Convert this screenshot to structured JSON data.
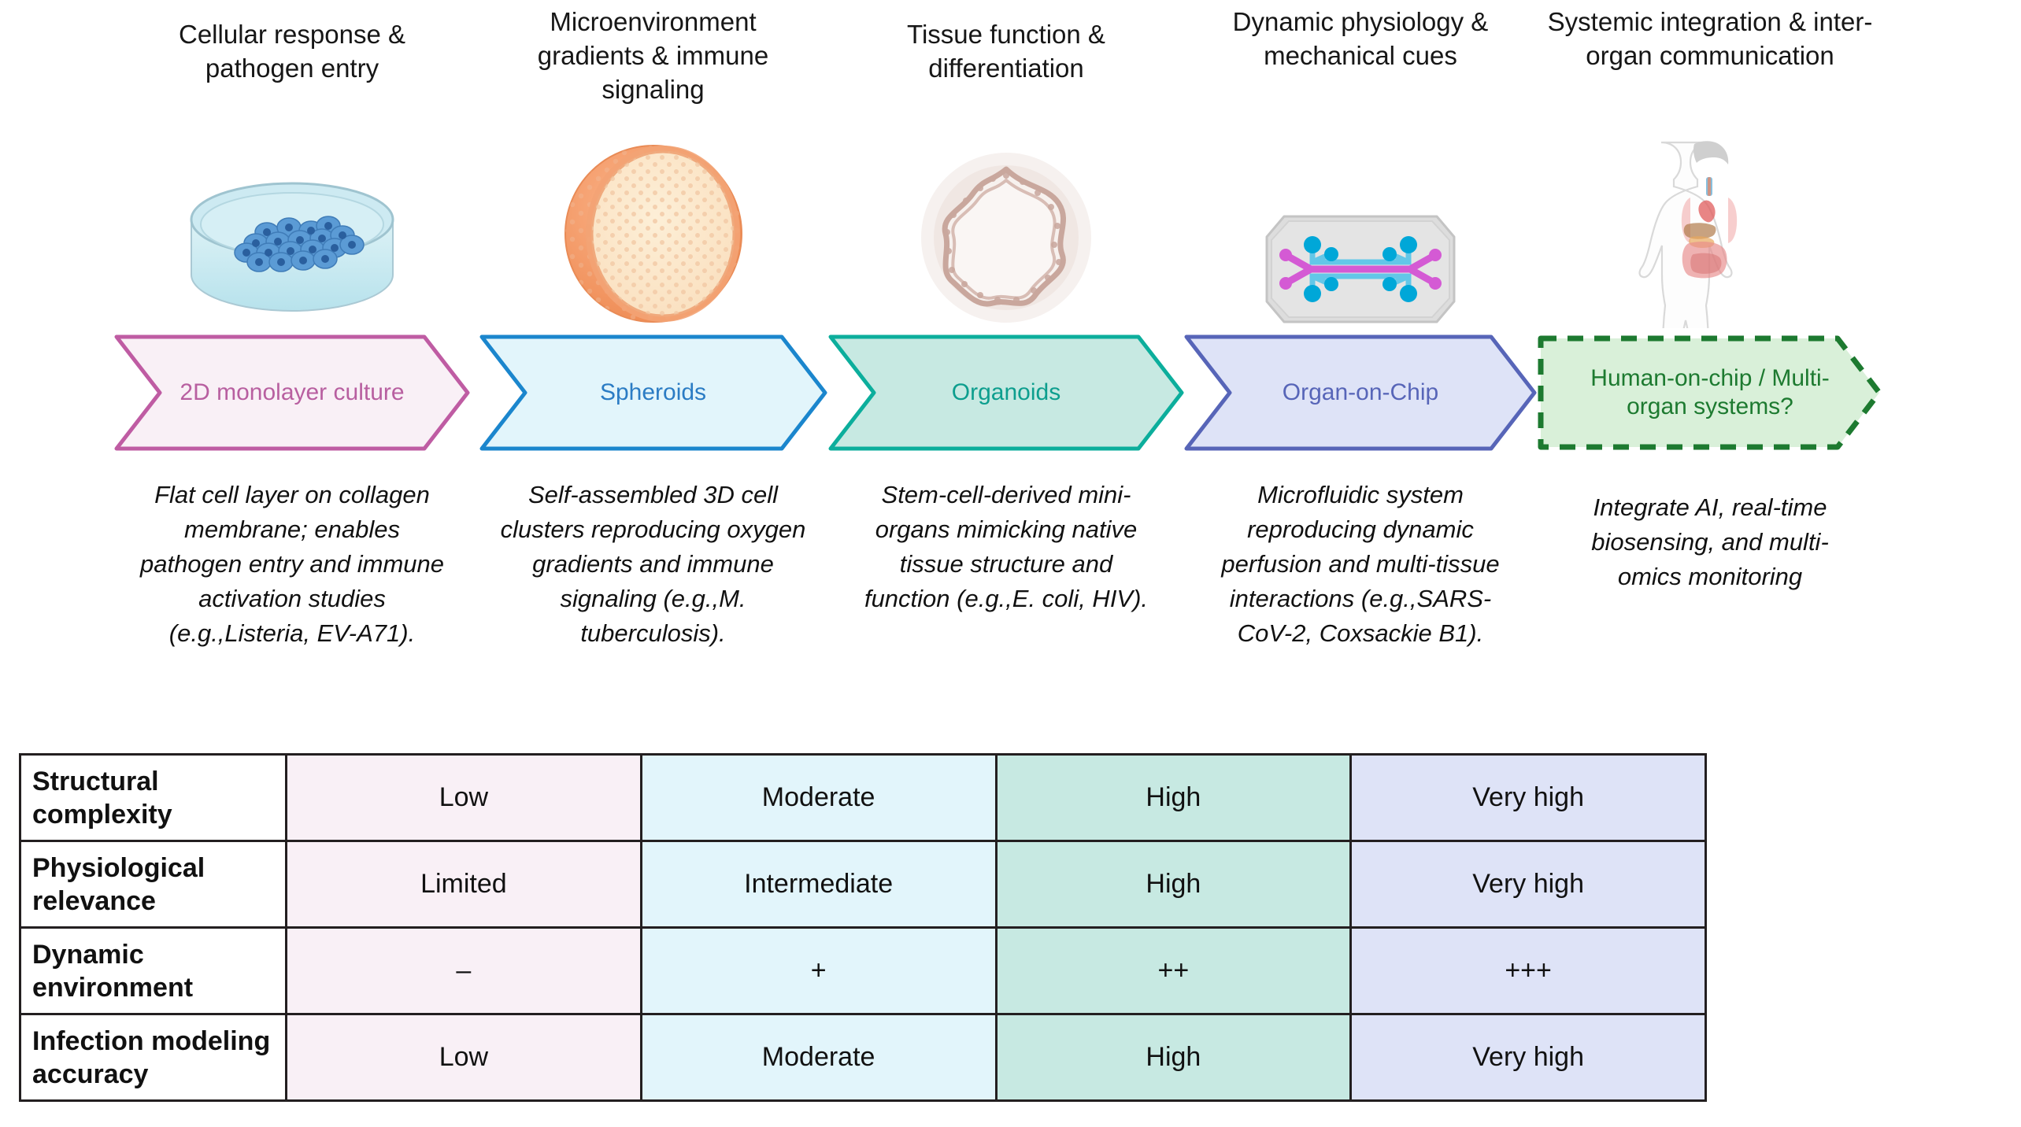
{
  "columns": [
    {
      "header": "Cellular response & pathogen entry",
      "icon": "petri-dish-icon",
      "banner_label": "2D monolayer culture",
      "banner_text_color": "#b85fa0",
      "banner_border_color": "#bf5ca3",
      "banner_fill_color": "#f9f0f6",
      "banner_style": "solid",
      "description": "Flat cell layer on collagen membrane; enables pathogen entry and immune activation studies (e.g.,Listeria, EV-A71)."
    },
    {
      "header": "Microenvironment gradients & immune signaling",
      "icon": "spheroid-icon",
      "banner_label": "Spheroids",
      "banner_text_color": "#2b7cc4",
      "banner_border_color": "#1b86cd",
      "banner_fill_color": "#e2f5fb",
      "banner_style": "solid",
      "description": "Self-assembled 3D cell clusters reproducing oxygen gradients and immune signaling (e.g.,M. tuberculosis)."
    },
    {
      "header": "Tissue function & differentiation",
      "icon": "organoid-icon",
      "banner_label": "Organoids",
      "banner_text_color": "#0d9e8e",
      "banner_border_color": "#0cae9c",
      "banner_fill_color": "#c7e9e2",
      "banner_style": "solid",
      "description": "Stem-cell-derived mini-organs mimicking native tissue structure and function (e.g.,E. coli, HIV)."
    },
    {
      "header": "Dynamic physiology & mechanical cues",
      "icon": "organ-on-chip-icon",
      "banner_label": "Organ-on-Chip",
      "banner_text_color": "#5765b8",
      "banner_border_color": "#5765b8",
      "banner_fill_color": "#dee3f7",
      "banner_style": "solid",
      "description": "Microfluidic system reproducing dynamic perfusion and multi-tissue interactions (e.g.,SARS-CoV-2, Coxsackie B1)."
    },
    {
      "header": "Systemic integration & inter-organ communication",
      "icon": "human-body-icon",
      "banner_label": "Human-on-chip / Multi-organ systems?",
      "banner_text_color": "#1d7a30",
      "banner_border_color": "#1d7a30",
      "banner_fill_color": "#d9f0d9",
      "banner_style": "dashed",
      "description": "Integrate AI, real-time biosensing, and multi-omics monitoring"
    }
  ],
  "table": {
    "rows": [
      {
        "label": "Structural complexity",
        "values": [
          "Low",
          "Moderate",
          "High",
          "Very high"
        ]
      },
      {
        "label": "Physiological relevance",
        "values": [
          "Limited",
          "Intermediate",
          "High",
          "Very high"
        ]
      },
      {
        "label": "Dynamic environment",
        "values": [
          "–",
          "+",
          "++",
          "+++"
        ]
      },
      {
        "label": "Infection modeling accuracy",
        "values": [
          "Low",
          "Moderate",
          "High",
          "Very high"
        ]
      }
    ],
    "column_fills": [
      "#f9f0f6",
      "#e2f5fb",
      "#c7e9e2",
      "#dee3f7"
    ]
  }
}
